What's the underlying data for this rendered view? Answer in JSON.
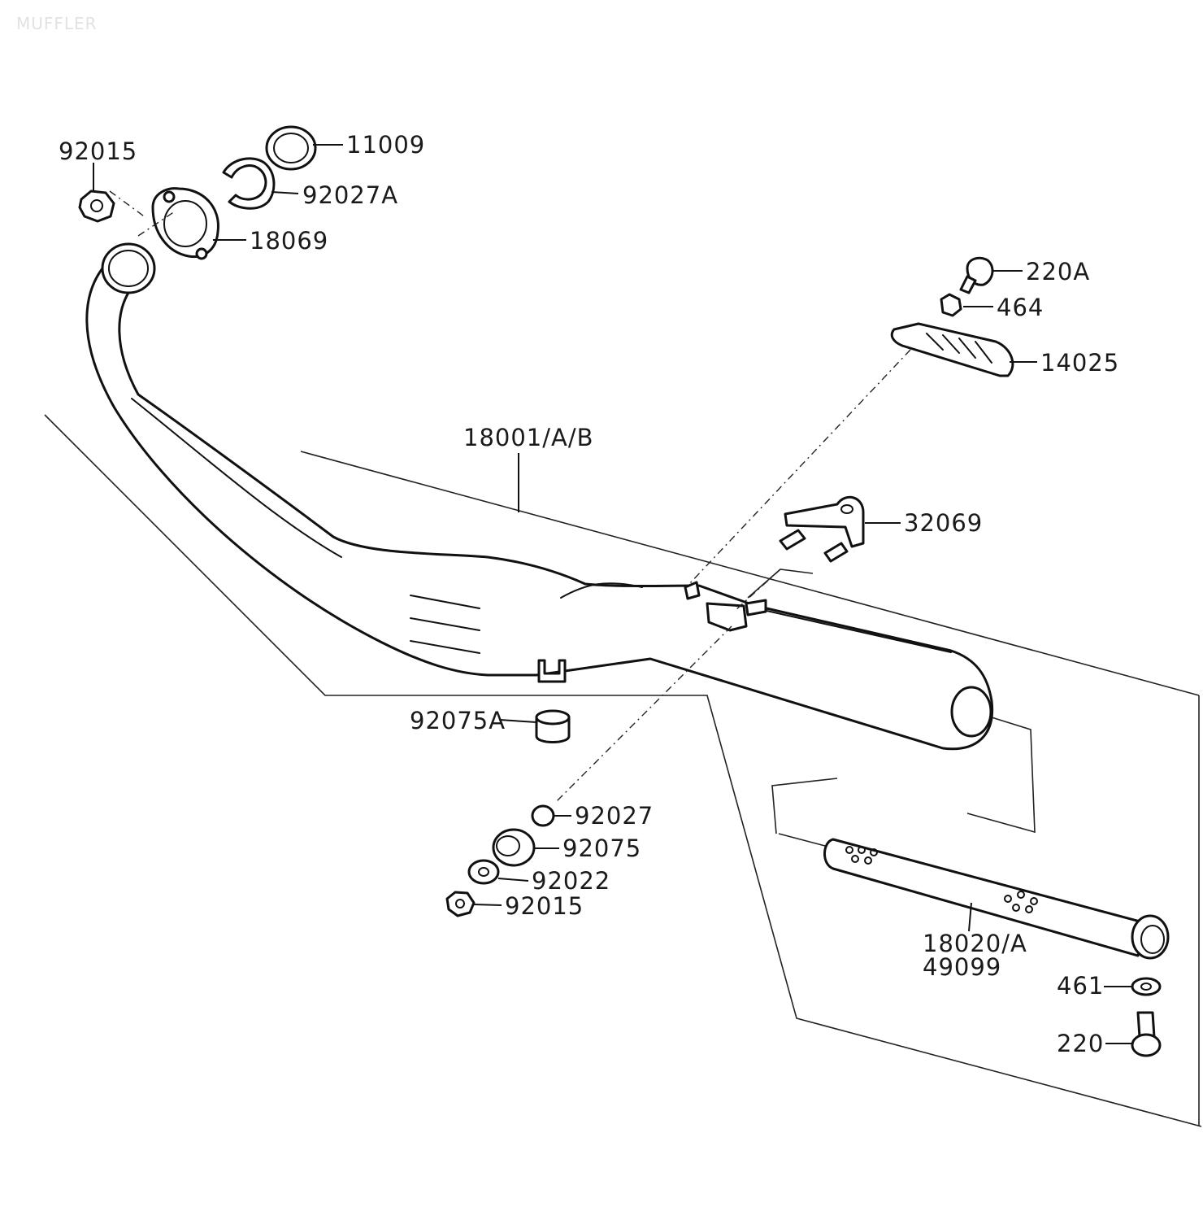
{
  "watermark": "MUFFLER",
  "parts": [
    {
      "key": "p92015_top",
      "label": "92015"
    },
    {
      "key": "p11009",
      "label": "11009"
    },
    {
      "key": "p92027A",
      "label": "92027A"
    },
    {
      "key": "p18069",
      "label": "18069"
    },
    {
      "key": "p220A",
      "label": "220A"
    },
    {
      "key": "p464",
      "label": "464"
    },
    {
      "key": "p14025",
      "label": "14025"
    },
    {
      "key": "p18001",
      "label": "18001/A/B"
    },
    {
      "key": "p32069",
      "label": "32069"
    },
    {
      "key": "p92075A",
      "label": "92075A"
    },
    {
      "key": "p92027",
      "label": "92027"
    },
    {
      "key": "p92075",
      "label": "92075"
    },
    {
      "key": "p92022",
      "label": "92022"
    },
    {
      "key": "p92015_bot",
      "label": "92015"
    },
    {
      "key": "p18020",
      "label": "18020/A"
    },
    {
      "key": "p49099",
      "label": "49099"
    },
    {
      "key": "p461",
      "label": "461"
    },
    {
      "key": "p220",
      "label": "220"
    }
  ]
}
